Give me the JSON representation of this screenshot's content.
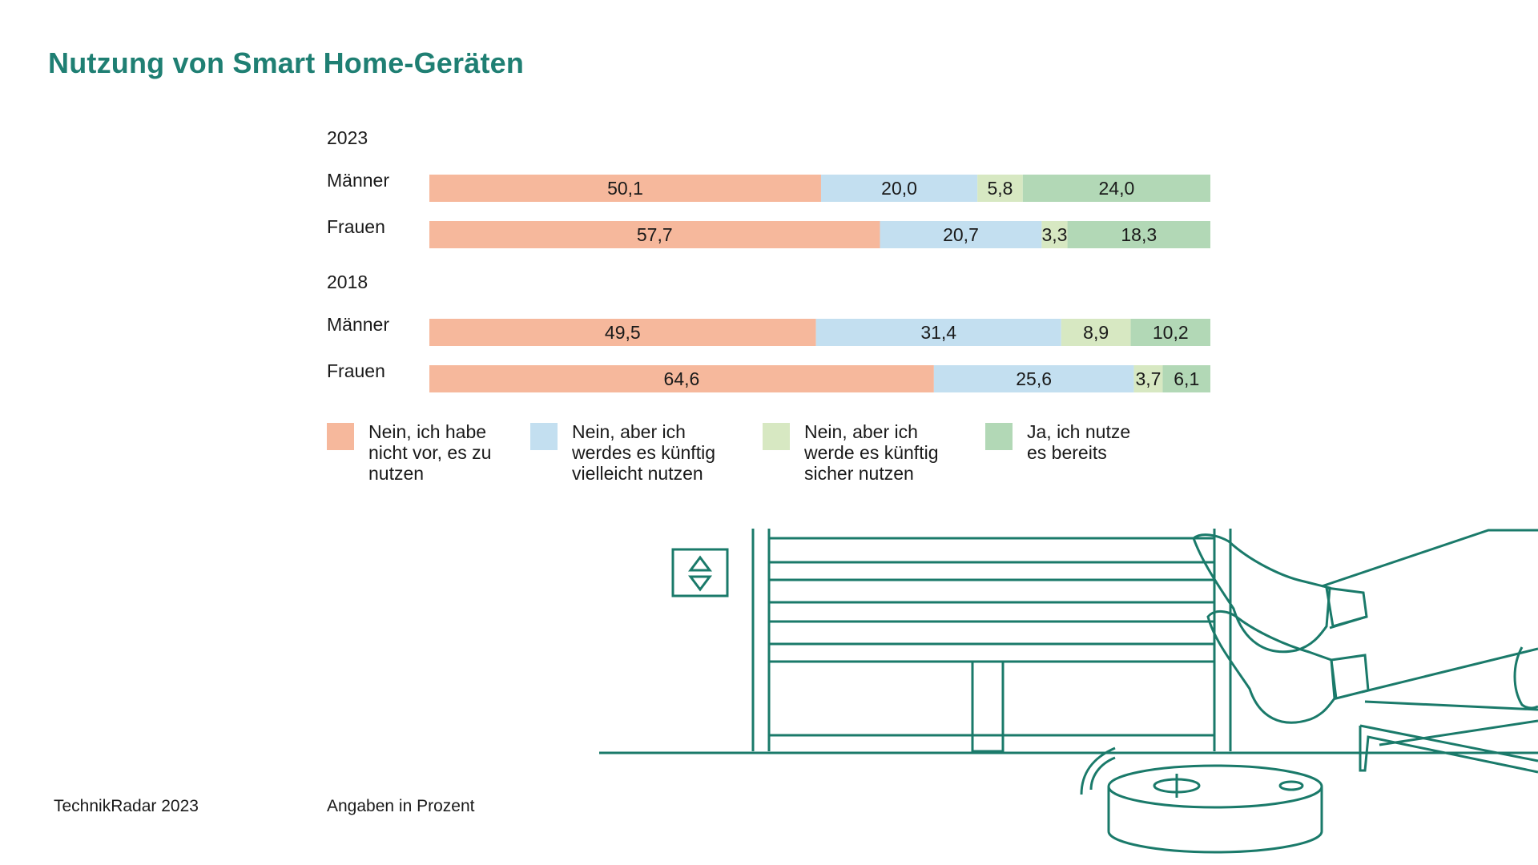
{
  "title": "Nutzung von Smart Home-Geräten",
  "footer": {
    "source": "TechnikRadar 2023",
    "unit_note": "Angaben in Prozent"
  },
  "colors": {
    "title": "#1f7f73",
    "illustration": "#1a7a6a",
    "series": [
      "#f6b89c",
      "#c3dff0",
      "#d7e8c2",
      "#b2d8b6"
    ]
  },
  "chart_data": {
    "type": "bar",
    "orientation": "horizontal",
    "stacked": true,
    "value_format": "de",
    "groups": [
      {
        "label": "2023",
        "rows": [
          {
            "label": "Männer",
            "values": [
              50.1,
              20.0,
              5.8,
              24.0
            ]
          },
          {
            "label": "Frauen",
            "values": [
              57.7,
              20.7,
              3.3,
              18.3
            ]
          }
        ]
      },
      {
        "label": "2018",
        "rows": [
          {
            "label": "Männer",
            "values": [
              49.5,
              31.4,
              8.9,
              10.2
            ]
          },
          {
            "label": "Frauen",
            "values": [
              64.6,
              25.6,
              3.7,
              6.1
            ]
          }
        ]
      }
    ],
    "series": [
      {
        "name": "Nein, ich habe\nnicht vor, es zu\nnutzen"
      },
      {
        "name": "Nein, aber ich\nwerdes es künftig\nvielleicht nutzen"
      },
      {
        "name": "Nein, aber ich\nwerde es künftig\nsicher nutzen"
      },
      {
        "name": "Ja, ich nutze\nes bereits"
      }
    ],
    "xlim": [
      0,
      100
    ],
    "legend": "bottom"
  }
}
